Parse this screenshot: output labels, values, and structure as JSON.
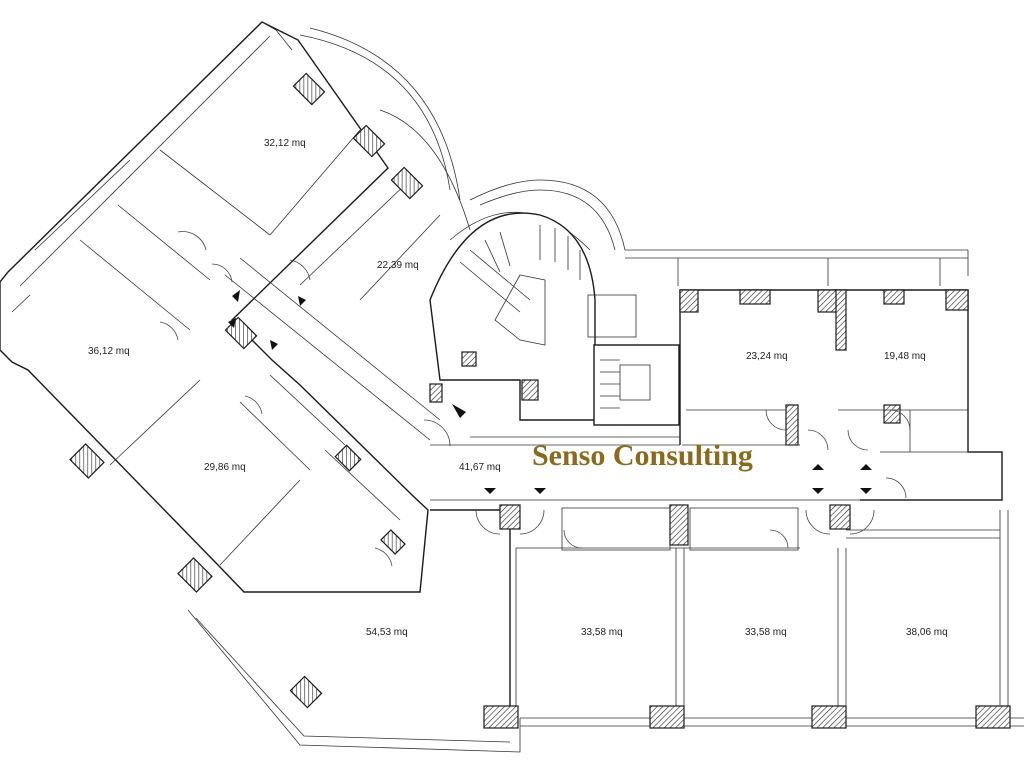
{
  "floor_plan": {
    "watermark": "Senso Consulting",
    "colors": {
      "walls": "#1a1a1a",
      "watermark": "#8a6a1e",
      "background": "#ffffff"
    },
    "rooms": [
      {
        "id": "room-32-12",
        "area": "32,12 mq"
      },
      {
        "id": "room-22-39",
        "area": "22,39 mq"
      },
      {
        "id": "room-36-12",
        "area": "36,12 mq"
      },
      {
        "id": "room-29-86",
        "area": "29,86 mq"
      },
      {
        "id": "room-41-67",
        "area": "41,67 mq"
      },
      {
        "id": "room-23-24",
        "area": "23,24 mq"
      },
      {
        "id": "room-19-48",
        "area": "19,48 mq"
      },
      {
        "id": "room-54-53",
        "area": "54,53 mq"
      },
      {
        "id": "room-33-58-a",
        "area": "33,58 mq"
      },
      {
        "id": "room-33-58-b",
        "area": "33,58 mq"
      },
      {
        "id": "room-38-06",
        "area": "38,06 mq"
      }
    ]
  }
}
